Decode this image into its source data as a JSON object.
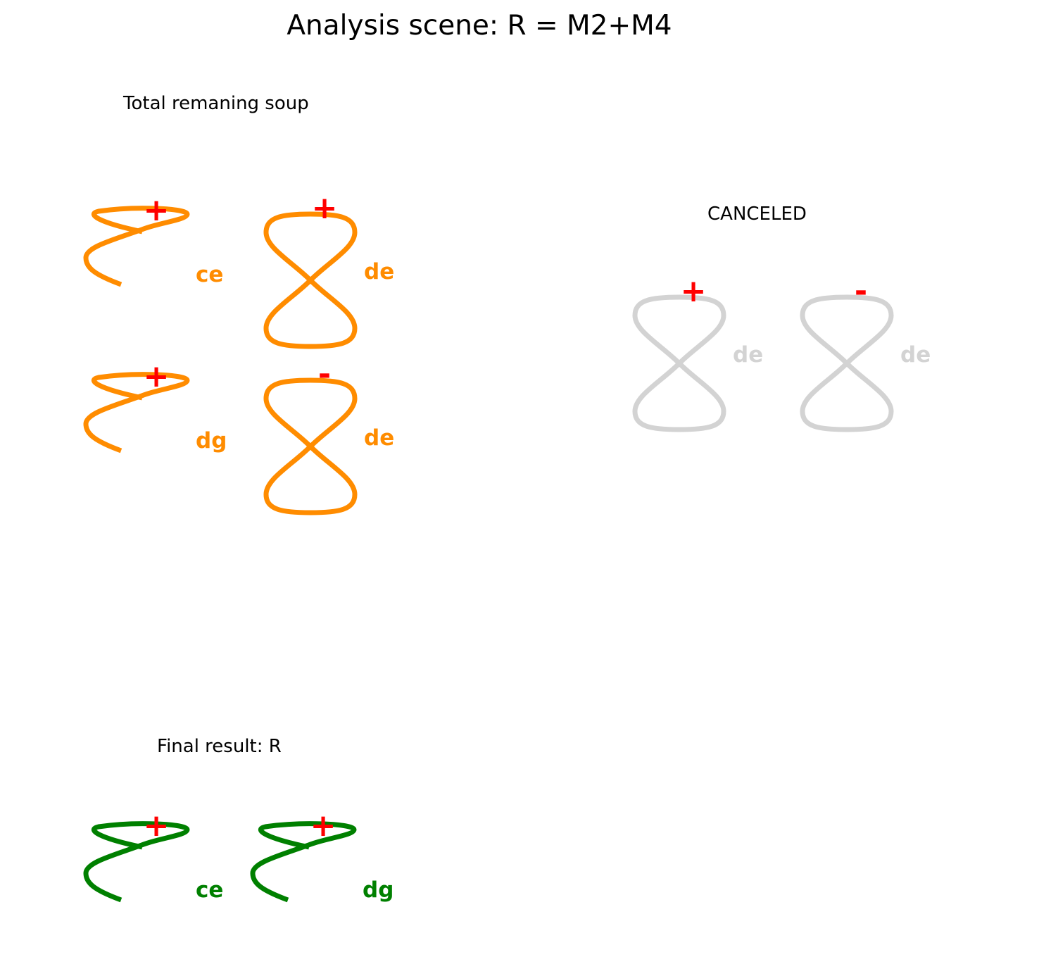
{
  "title": "Analysis scene: R = M2+M4",
  "sections": {
    "soup": "Total remaning soup",
    "canceled": "CANCELED",
    "final": "Final result: R"
  },
  "colors": {
    "soup": "#ff8c00",
    "canceled": "#d3d3d3",
    "final": "#008000",
    "sign": "#ff0000"
  },
  "soup_items": [
    {
      "shape": "curl",
      "sign": "+",
      "label": "ce"
    },
    {
      "shape": "figure-eight",
      "sign": "+",
      "label": "de"
    },
    {
      "shape": "curl",
      "sign": "+",
      "label": "dg"
    },
    {
      "shape": "figure-eight",
      "sign": "-",
      "label": "de"
    }
  ],
  "canceled_items": [
    {
      "shape": "figure-eight",
      "sign": "+",
      "label": "de"
    },
    {
      "shape": "figure-eight",
      "sign": "-",
      "label": "de"
    }
  ],
  "final_items": [
    {
      "shape": "curl",
      "sign": "+",
      "label": "ce"
    },
    {
      "shape": "curl",
      "sign": "+",
      "label": "dg"
    }
  ]
}
